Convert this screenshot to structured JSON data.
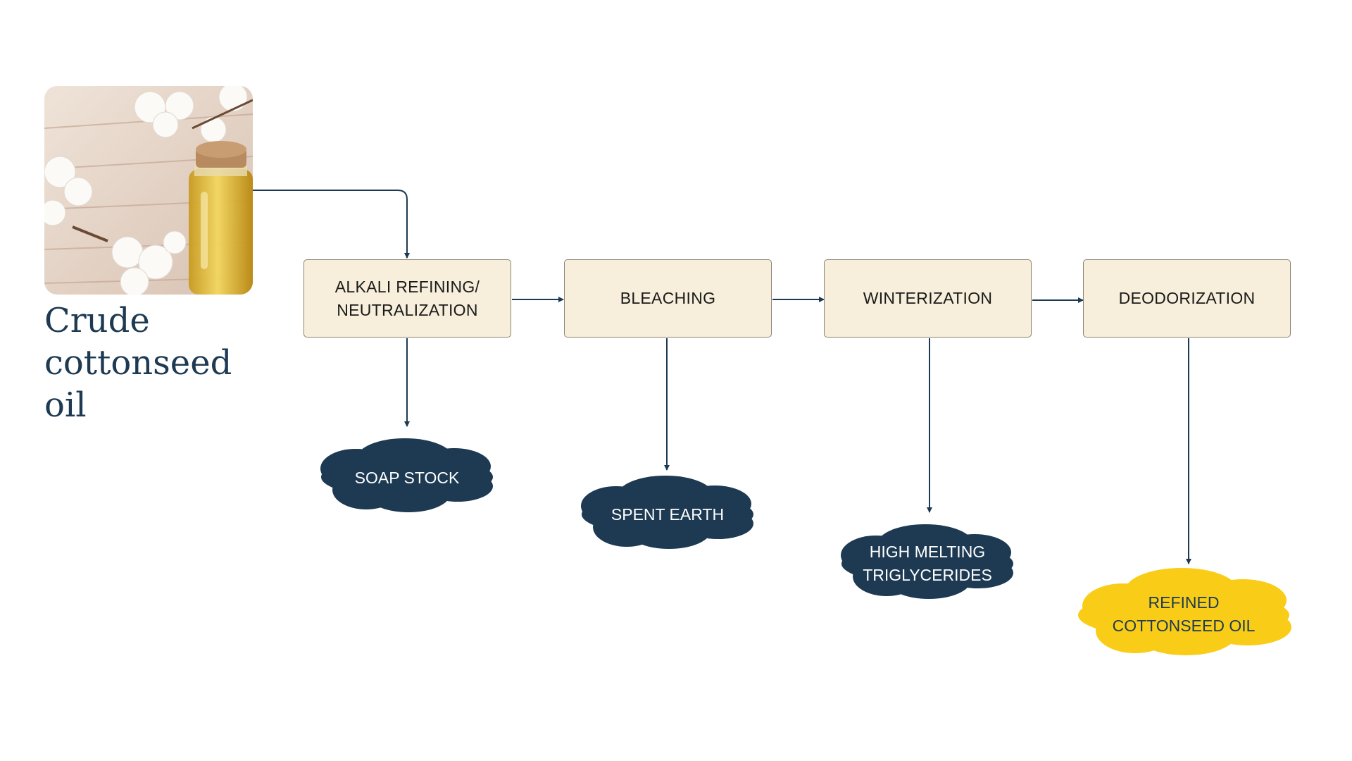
{
  "source": {
    "image": "crude-cottonseed-oil-photo",
    "label_lines": [
      "Crude",
      "cottonseed",
      "oil"
    ]
  },
  "steps": [
    {
      "lines": [
        "ALKALI REFINING/",
        "NEUTRALIZATION"
      ]
    },
    {
      "lines": [
        "BLEACHING"
      ]
    },
    {
      "lines": [
        "WINTERIZATION"
      ]
    },
    {
      "lines": [
        "DEODORIZATION"
      ]
    }
  ],
  "outputs": [
    {
      "lines": [
        "SOAP STOCK"
      ],
      "style": "byproduct"
    },
    {
      "lines": [
        "SPENT EARTH"
      ],
      "style": "byproduct"
    },
    {
      "lines": [
        "HIGH MELTING",
        "TRIGLYCERIDES"
      ],
      "style": "byproduct"
    },
    {
      "lines": [
        "REFINED",
        "COTTONSEED OIL"
      ],
      "style": "product"
    }
  ],
  "colors": {
    "step_fill": "#f7efdb",
    "step_border": "#8c8470",
    "byproduct_cloud": "#1d3a52",
    "product_cloud": "#f9cd17",
    "connector": "#1d3a52",
    "title_text": "#1d3a52"
  }
}
